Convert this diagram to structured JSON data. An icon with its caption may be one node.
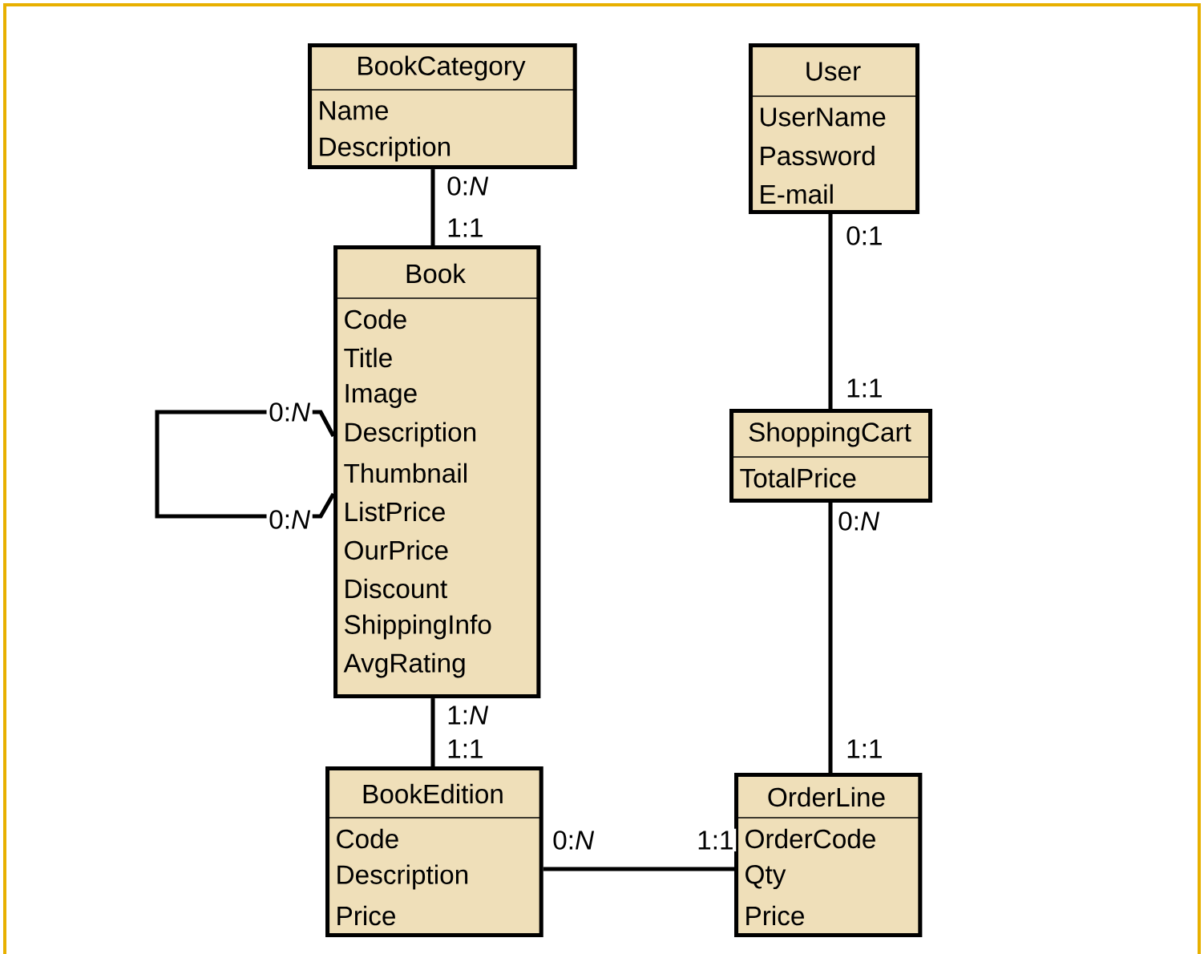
{
  "diagram": {
    "nodes": [
      {
        "text": [
          "BookCategory",
          "Name",
          "Description"
        ]
      },
      {
        "text": [
          "Book",
          "Code",
          "Title",
          "Image",
          "Description",
          "Thumbnail",
          "ListPrice",
          "OurPrice",
          "Discount",
          "ShippingInfo",
          "AvgRating"
        ]
      },
      {
        "text": [
          "User",
          "UserName",
          "Password",
          "E-mail"
        ]
      },
      {
        "text": [
          "ShoppingCart",
          "TotalPrice"
        ]
      },
      {
        "text": [
          "BookEdition",
          "Code",
          "Description",
          "Price"
        ]
      },
      {
        "text": [
          "OrderLine",
          "OrderCode",
          "Qty",
          "Price"
        ]
      }
    ],
    "edges": [
      {
        "from": 0,
        "to": 1,
        "arrow": "none"
      },
      {
        "from": 1,
        "to": 1,
        "arrow": "none"
      },
      {
        "from": 1,
        "to": 4,
        "arrow": "none"
      },
      {
        "from": 2,
        "to": 3,
        "arrow": "none"
      },
      {
        "from": 3,
        "to": 5,
        "arrow": "none"
      },
      {
        "from": 4,
        "to": 5,
        "arrow": "none"
      }
    ],
    "labels": [
      "0:*N*",
      "1:1",
      "0:1",
      "1:1",
      "0:*N*",
      "0:*N*",
      "0:*N*",
      "1:*N*",
      "1:1",
      "1:1",
      "0:*N*",
      "1:1"
    ]
  }
}
